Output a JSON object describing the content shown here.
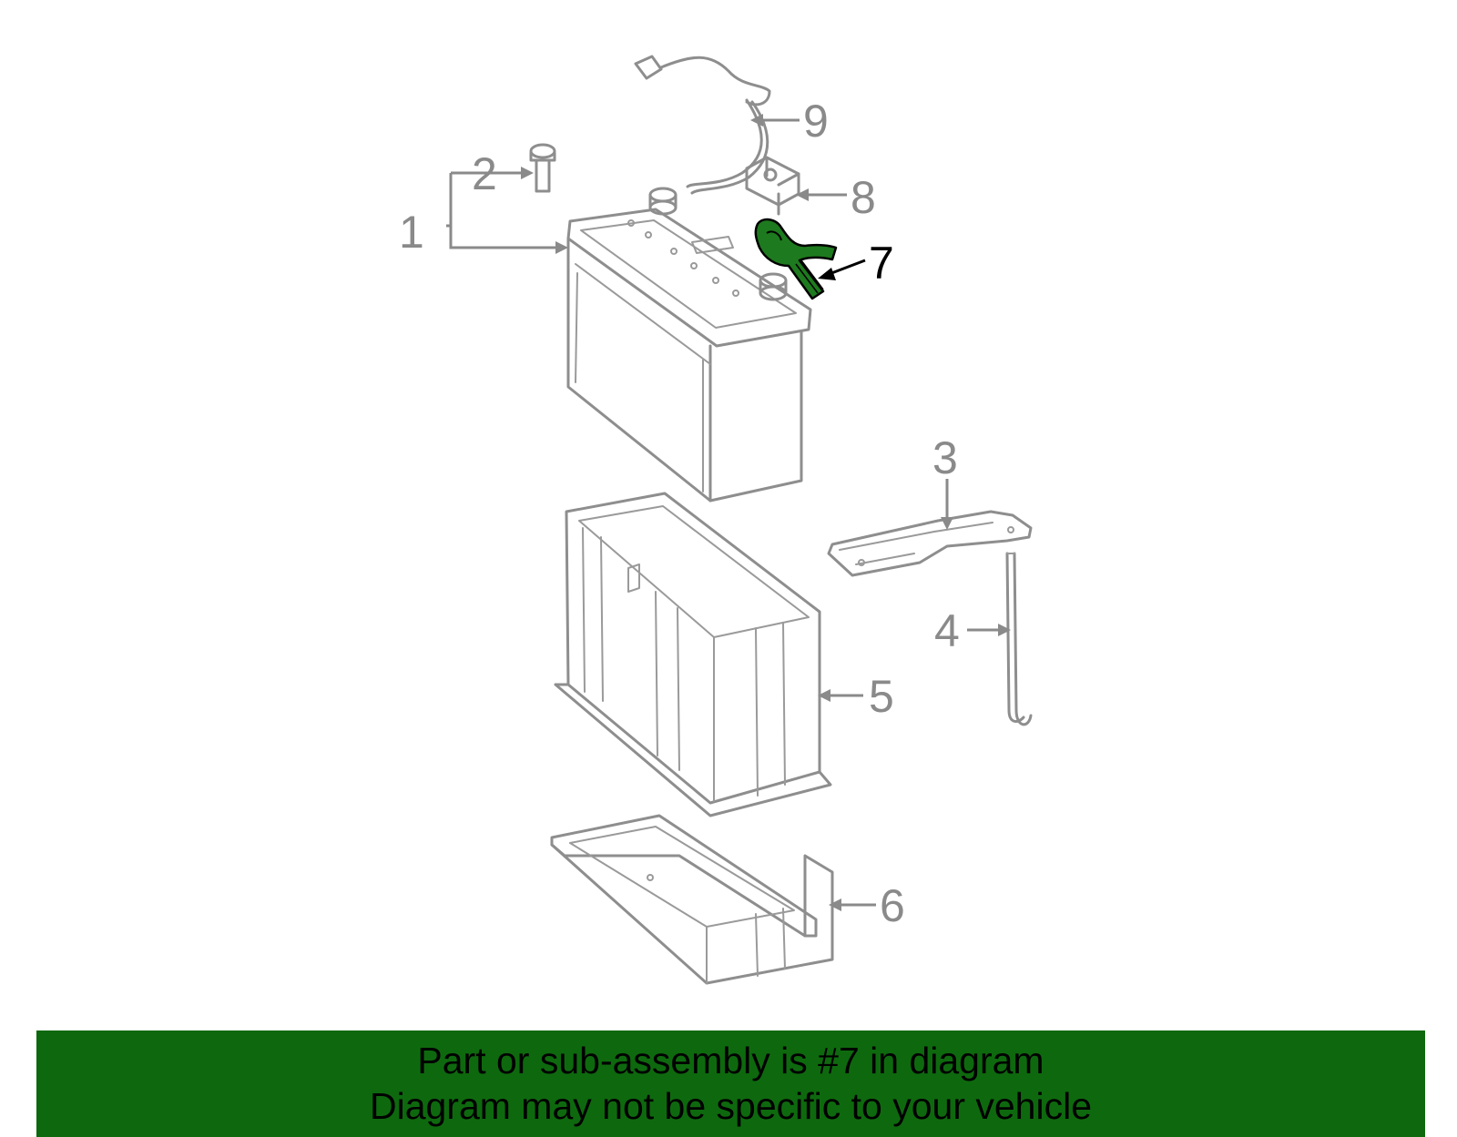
{
  "colors": {
    "banner_background": "#0e690e",
    "highlight_part": "#1e7a1e",
    "line_art": "#8e8e8e",
    "callout_text": "#8a8a8a",
    "highlight_callout": "#000000"
  },
  "callouts": [
    {
      "id": "1",
      "label": "1",
      "highlighted": false
    },
    {
      "id": "2",
      "label": "2",
      "highlighted": false
    },
    {
      "id": "3",
      "label": "3",
      "highlighted": false
    },
    {
      "id": "4",
      "label": "4",
      "highlighted": false
    },
    {
      "id": "5",
      "label": "5",
      "highlighted": false
    },
    {
      "id": "6",
      "label": "6",
      "highlighted": false
    },
    {
      "id": "7",
      "label": "7",
      "highlighted": true
    },
    {
      "id": "8",
      "label": "8",
      "highlighted": false
    },
    {
      "id": "9",
      "label": "9",
      "highlighted": false
    }
  ],
  "banner": {
    "line1": "Part or sub-assembly is #7 in diagram",
    "line2": "Diagram may not be specific to your vehicle"
  }
}
